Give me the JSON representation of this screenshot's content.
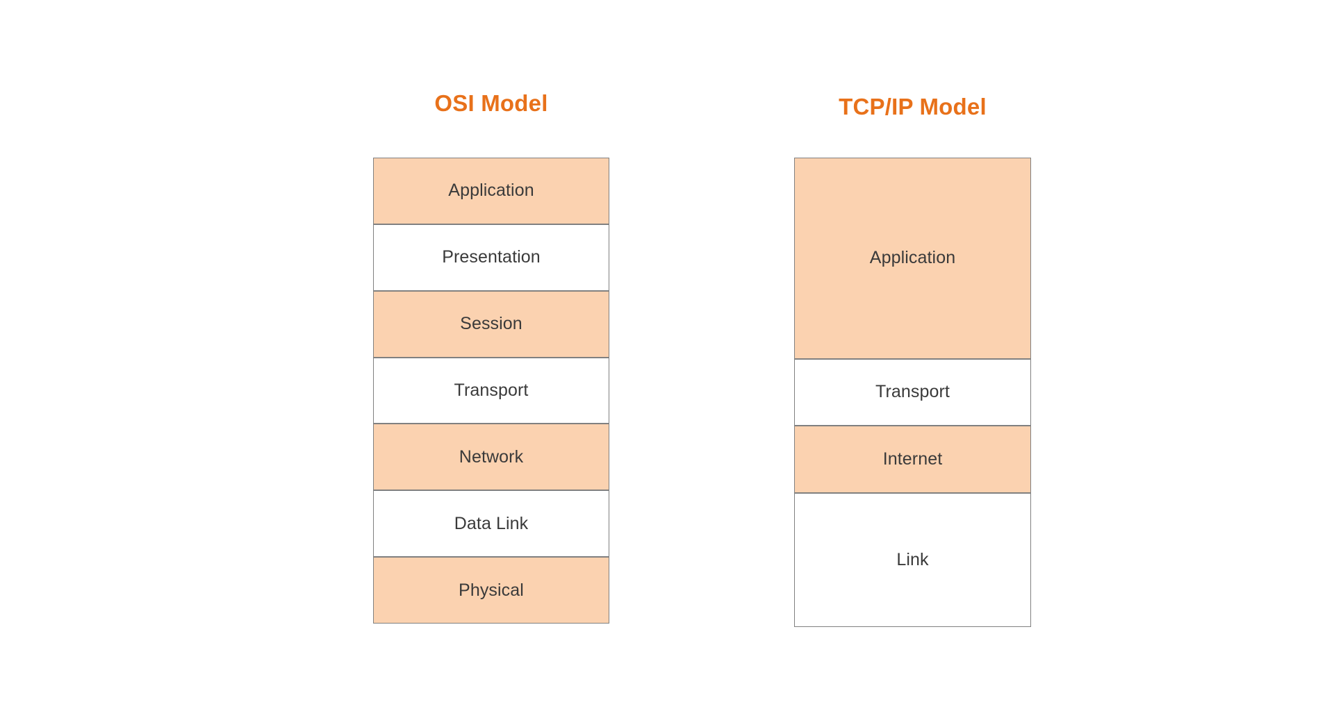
{
  "background_color": "#ffffff",
  "palette": {
    "title_orange": "#e8711a",
    "layer_fill_peach": "#fbd2b0",
    "layer_fill_white": "#ffffff",
    "layer_border": "#808080",
    "layer_label_text": "#3a3a3a"
  },
  "diagram": {
    "kind": "layered-stack-comparison",
    "columns": [
      {
        "id": "osi",
        "title": "OSI Model",
        "total_units": 7,
        "layers": [
          {
            "label": "Application",
            "units": 1,
            "fill": "peach"
          },
          {
            "label": "Presentation",
            "units": 1,
            "fill": "white"
          },
          {
            "label": "Session",
            "units": 1,
            "fill": "peach"
          },
          {
            "label": "Transport",
            "units": 1,
            "fill": "white"
          },
          {
            "label": "Network",
            "units": 1,
            "fill": "peach"
          },
          {
            "label": "Data Link",
            "units": 1,
            "fill": "white"
          },
          {
            "label": "Physical",
            "units": 1,
            "fill": "peach"
          }
        ]
      },
      {
        "id": "tcpip",
        "title": "TCP/IP Model",
        "total_units": 7,
        "layers": [
          {
            "label": "Application",
            "units": 3,
            "fill": "peach"
          },
          {
            "label": "Transport",
            "units": 1,
            "fill": "white"
          },
          {
            "label": "Internet",
            "units": 1,
            "fill": "peach"
          },
          {
            "label": "Link",
            "units": 2,
            "fill": "white"
          }
        ]
      }
    ]
  }
}
